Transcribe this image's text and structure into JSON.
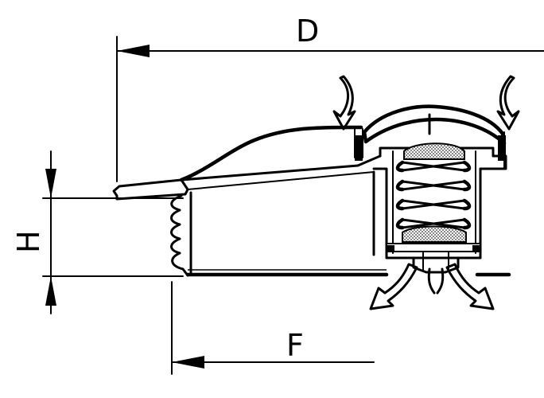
{
  "diagram": {
    "labels": {
      "d": "D",
      "h": "H",
      "f": "F"
    },
    "colors": {
      "ink": "#000000",
      "paper": "#ffffff",
      "spring_hatch": "#555555"
    }
  }
}
